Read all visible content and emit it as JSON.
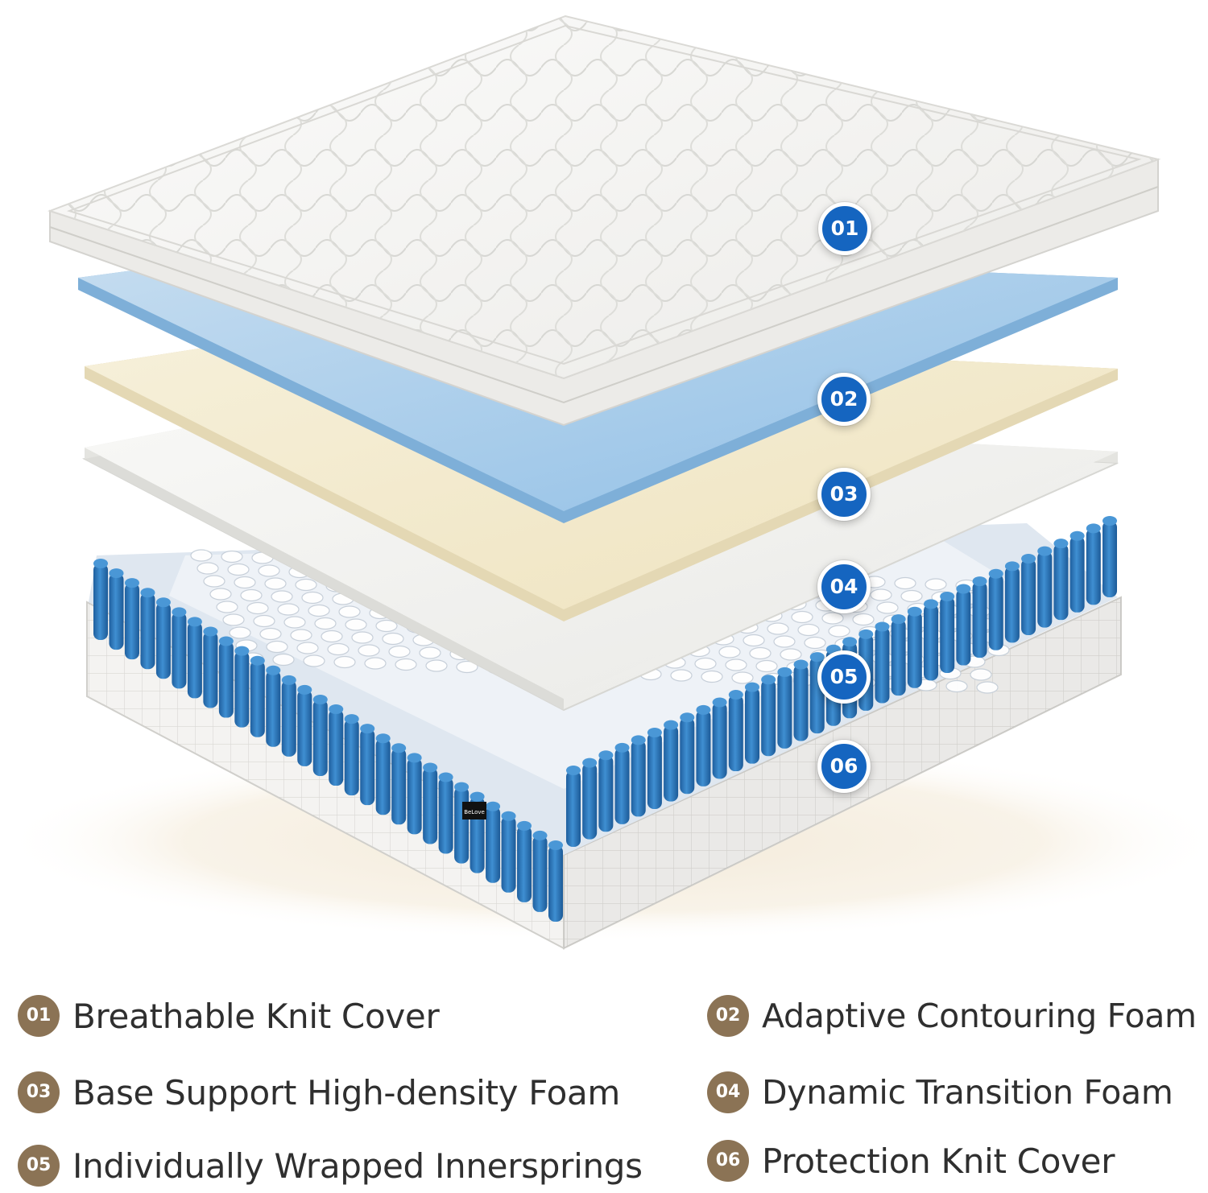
{
  "markers": [
    "01",
    "02",
    "03",
    "04",
    "05",
    "06"
  ],
  "brand_tag": "BeLove",
  "legend": [
    {
      "number": "01",
      "label": "Breathable Knit Cover"
    },
    {
      "number": "02",
      "label": "Adaptive Contouring Foam"
    },
    {
      "number": "03",
      "label": "Base Support High-density Foam"
    },
    {
      "number": "04",
      "label": "Dynamic Transition Foam"
    },
    {
      "number": "05",
      "label": "Individually Wrapped Innersprings"
    },
    {
      "number": "06",
      "label": "Protection Knit Cover"
    }
  ],
  "colors": {
    "marker_blue": "#1565c0",
    "legend_badge_brown": "#8b7355",
    "spring_blue": "#2f7bc0",
    "spring_white": "#e8edf3",
    "gel_foam_blue": "#a9cdea",
    "transition_foam_cream": "#f1e9cf",
    "support_foam_white": "#f2f2f0",
    "knit_cover_white": "#f4f4f2"
  }
}
